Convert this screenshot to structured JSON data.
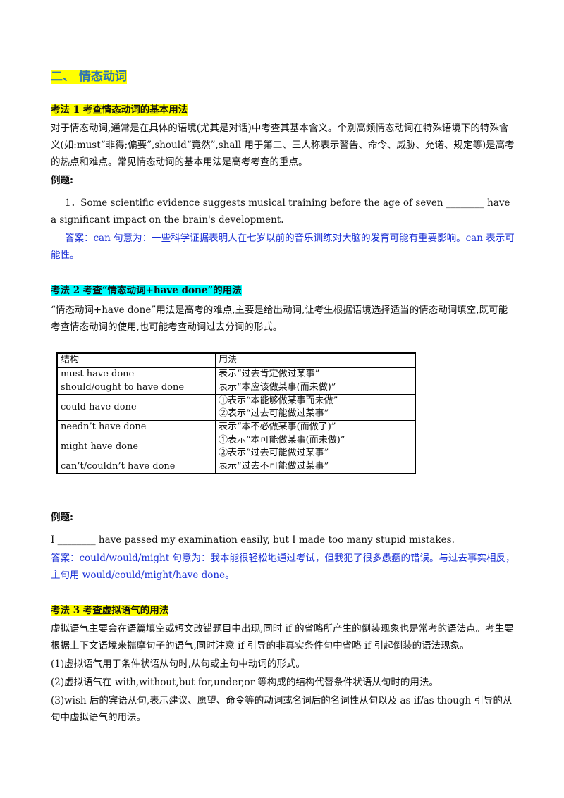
{
  "section_title": "二、 情态动词",
  "kaofa1": {
    "title": "考法 1 考查情态动词的基本用法",
    "body": "对于情态动词,通常是在具体的语境(尤其是对话)中考查其基本含义。个别高频情态动词在特殊语境下的特殊含义(如:must“非得;偏要”,should“竟然”,shall 用于第二、三人称表示警告、命令、威胁、允诺、规定等)是高考的热点和难点。常见情态动词的基本用法是高考考查的重点。",
    "example_label": "例题:",
    "question": "1．Some scientific evidence suggests musical training before the age of seven ________ have a significant impact on the brain's development.",
    "answer": "答案：can 句意为：一些科学证据表明人在七岁以前的音乐训练对大脑的发育可能有重要影响。can 表示可能性。"
  },
  "kaofa2": {
    "title": "考法 2 考查“情态动词+have done”的用法",
    "body": "“情态动词+have done”用法是高考的难点,主要是给出动词,让考生根据语境选择适当的情态动词填空,既可能考查情态动词的使用,也可能考查动词过去分词的形式。",
    "table": {
      "headers": [
        "结构",
        "用法"
      ],
      "rows": [
        {
          "structure": "must have done",
          "usage": [
            "表示“过去肯定做过某事”"
          ]
        },
        {
          "structure": "should/ought to have done",
          "usage": [
            "表示“本应该做某事(而未做)”"
          ]
        },
        {
          "structure": "could have done",
          "usage": [
            "①表示“本能够做某事而未做”",
            "②表示“过去可能做过某事”"
          ]
        },
        {
          "structure": "needn’t have done",
          "usage": [
            "表示“本不必做某事(而做了)”"
          ]
        },
        {
          "structure": "might have done",
          "usage": [
            "①表示“本可能做某事(而未做)”",
            "②表示“过去可能做过某事”"
          ]
        },
        {
          "structure": "can’t/couldn’t have done",
          "usage": [
            "表示“过去不可能做过某事”"
          ]
        }
      ]
    },
    "example_label": "例题:",
    "question": "I ________ have passed my examination easily, but I made too many stupid mistakes.",
    "answer": "答案：could/would/might 句意为：我本能很轻松地通过考试，但我犯了很多愚蠢的错误。与过去事实相反，主句用 would/could/might/have done。"
  },
  "kaofa3": {
    "title": "考法 3 考查虚拟语气的用法",
    "body": "虚拟语气主要会在语篇填空或短文改错题目中出现,同时 if 的省略所产生的倒装现象也是常考的语法点。考生要根据上下文语境来揣摩句子的语气,同时注意 if 引导的非真实条件句中省略 if 引起倒装的语法现象。",
    "points": [
      "(1)虚拟语气用于条件状语从句时,从句或主句中动词的形式。",
      "(2)虚拟语气在 with,without,but for,under,or 等构成的结构代替条件状语从句时的用法。",
      "(3)wish 后的宾语从句,表示建议、愿望、命令等的动词或名词后的名词性从句以及 as if/as though 引导的从句中虚拟语气的用法。"
    ]
  }
}
